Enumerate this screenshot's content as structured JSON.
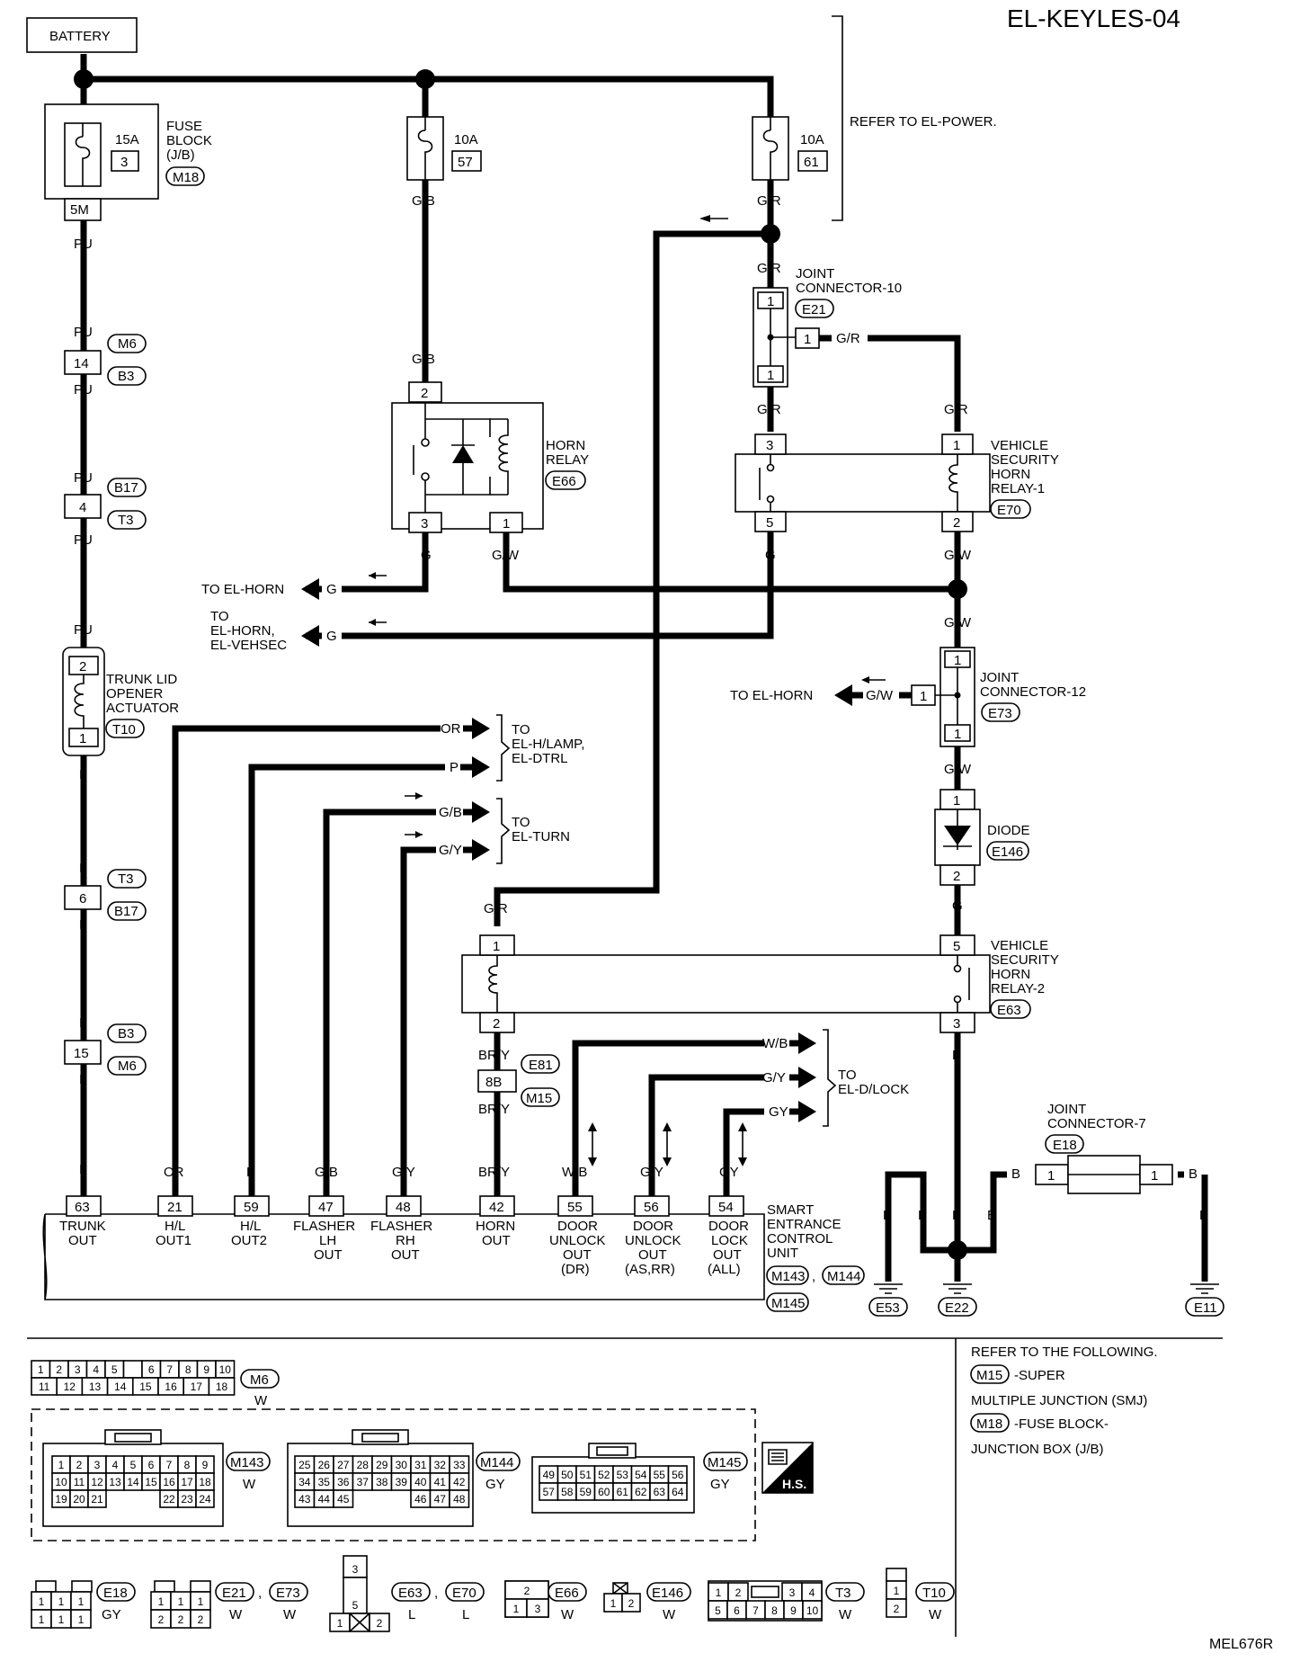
{
  "header": {
    "title": "EL-KEYLES-04",
    "footer_code": "MEL676R"
  },
  "battery": {
    "label": "BATTERY"
  },
  "power_note": "REFER TO EL-POWER.",
  "fuses": [
    {
      "amps": "15A",
      "num": "3"
    },
    {
      "amps": "10A",
      "num": "57"
    },
    {
      "amps": "10A",
      "num": "61"
    }
  ],
  "fuse_block": {
    "label_lines": [
      "FUSE",
      "BLOCK",
      "(J/B)"
    ],
    "connector": "M18",
    "terminal": "5M"
  },
  "wires": {
    "pu": "PU",
    "l": "L",
    "or": "OR",
    "p": "P",
    "gb": "G/B",
    "gy_slash": "G/Y",
    "gr": "G/R",
    "g": "G",
    "gw": "G/W",
    "bry": "BR/Y",
    "wb": "W/B",
    "gy": "GY",
    "b": "B"
  },
  "inline_connectors": [
    {
      "pin": "14",
      "top": "M6",
      "bottom": "B3"
    },
    {
      "pin": "4",
      "top": "B17",
      "bottom": "T3"
    },
    {
      "pin": "6",
      "top": "T3",
      "bottom": "B17"
    },
    {
      "pin": "15",
      "top": "B3",
      "bottom": "M6"
    },
    {
      "pin": "8B",
      "top": "E81",
      "bottom": "M15"
    }
  ],
  "components": {
    "trunk_lid": {
      "label_lines": [
        "TRUNK LID",
        "OPENER",
        "ACTUATOR"
      ],
      "connector": "T10",
      "pin_top": "2",
      "pin_bottom": "1"
    },
    "horn_relay": {
      "label_lines": [
        "HORN",
        "RELAY"
      ],
      "connector": "E66",
      "pin_top": "2",
      "pin_left": "3",
      "pin_right": "1"
    },
    "jc10": {
      "label_lines": [
        "JOINT",
        "CONNECTOR-10"
      ],
      "connector": "E21",
      "pins": [
        "1",
        "1",
        "1"
      ]
    },
    "vsh1": {
      "label_lines": [
        "VEHICLE",
        "SECURITY",
        "HORN",
        "RELAY-1"
      ],
      "connector": "E70",
      "pins": [
        "3",
        "5",
        "1",
        "2"
      ]
    },
    "jc12": {
      "label_lines": [
        "JOINT",
        "CONNECTOR-12"
      ],
      "connector": "E73",
      "pins": [
        "1",
        "1",
        "1"
      ]
    },
    "diode": {
      "label": "DIODE",
      "connector": "E146",
      "pins": [
        "1",
        "2"
      ]
    },
    "vsh2": {
      "label_lines": [
        "VEHICLE",
        "SECURITY",
        "HORN",
        "RELAY-2"
      ],
      "connector": "E63",
      "pins": [
        "1",
        "2",
        "5",
        "3"
      ]
    },
    "jc7": {
      "label_lines": [
        "JOINT",
        "CONNECTOR-7"
      ],
      "connector": "E18",
      "pins": [
        "1",
        "1"
      ]
    }
  },
  "destinations": {
    "to_el_horn": "TO EL-HORN",
    "to_el_horn_vehsec": [
      "TO",
      "EL-HORN,",
      "EL-VEHSEC"
    ],
    "to_hlamp": [
      "TO",
      "EL-H/LAMP,",
      "EL-DTRL"
    ],
    "to_turn": [
      "TO",
      "EL-TURN"
    ],
    "to_dlock": [
      "TO",
      "EL-D/LOCK"
    ]
  },
  "control_unit": {
    "label_lines": [
      "SMART",
      "ENTRANCE",
      "CONTROL",
      "UNIT"
    ],
    "connectors": [
      "M143",
      "M144",
      "M145"
    ],
    "terminals": [
      {
        "pin": "63",
        "name": [
          "TRUNK",
          "OUT"
        ]
      },
      {
        "pin": "21",
        "name": [
          "H/L",
          "OUT1"
        ]
      },
      {
        "pin": "59",
        "name": [
          "H/L",
          "OUT2"
        ]
      },
      {
        "pin": "47",
        "name": [
          "FLASHER",
          "LH",
          "OUT"
        ]
      },
      {
        "pin": "48",
        "name": [
          "FLASHER",
          "RH",
          "OUT"
        ]
      },
      {
        "pin": "42",
        "name": [
          "HORN",
          "OUT"
        ]
      },
      {
        "pin": "55",
        "name": [
          "DOOR",
          "UNLOCK",
          "OUT",
          "(DR)"
        ]
      },
      {
        "pin": "56",
        "name": [
          "DOOR",
          "UNLOCK",
          "OUT",
          "(AS,RR)"
        ]
      },
      {
        "pin": "54",
        "name": [
          "DOOR",
          "LOCK",
          "OUT",
          "(ALL)"
        ]
      }
    ]
  },
  "grounds": [
    "E53",
    "E22",
    "E11"
  ],
  "refer_note": {
    "heading": "REFER TO THE FOLLOWING.",
    "lines": [
      {
        "conn": "M15",
        "text": "-SUPER"
      },
      {
        "conn": "",
        "text": "MULTIPLE JUNCTION (SMJ)"
      },
      {
        "conn": "M18",
        "text": "-FUSE BLOCK-"
      },
      {
        "conn": "",
        "text": "JUNCTION BOX (J/B)"
      }
    ]
  },
  "connector_faces": {
    "m6": {
      "name": "M6",
      "color": "W",
      "row1": [
        "1",
        "2",
        "3",
        "4",
        "5",
        "",
        "6",
        "7",
        "8",
        "9",
        "10"
      ],
      "row2": [
        "11",
        "12",
        "13",
        "14",
        "15",
        "16",
        "17",
        "18"
      ]
    },
    "m143": {
      "name": "M143",
      "color": "W",
      "row1": [
        "1",
        "2",
        "3",
        "4",
        "5",
        "6",
        "7",
        "8",
        "9"
      ],
      "row2": [
        "10",
        "11",
        "12",
        "13",
        "14",
        "15",
        "16",
        "17",
        "18"
      ],
      "row3": [
        "19",
        "20",
        "21",
        "22",
        "23",
        "24"
      ]
    },
    "m144": {
      "name": "M144",
      "color": "GY",
      "row1": [
        "25",
        "26",
        "27",
        "28",
        "29",
        "30",
        "31",
        "32",
        "33"
      ],
      "row2": [
        "34",
        "35",
        "36",
        "37",
        "38",
        "39",
        "40",
        "41",
        "42"
      ],
      "row3": [
        "43",
        "44",
        "45",
        "46",
        "47",
        "48"
      ]
    },
    "m145": {
      "name": "M145",
      "color": "GY",
      "row1": [
        "49",
        "50",
        "51",
        "52",
        "53",
        "54",
        "55",
        "56"
      ],
      "row2": [
        "57",
        "58",
        "59",
        "60",
        "61",
        "62",
        "63",
        "64"
      ]
    },
    "hs": "H.S.",
    "small": [
      {
        "name": "E18",
        "color": "GY"
      },
      {
        "name": "E21",
        "color": "W"
      },
      {
        "name": "E73",
        "color": "W"
      },
      {
        "name": "E63",
        "color": "L"
      },
      {
        "name": "E70",
        "color": "L"
      },
      {
        "name": "E66",
        "color": "W"
      },
      {
        "name": "E146",
        "color": "W"
      },
      {
        "name": "T3",
        "color": "W"
      },
      {
        "name": "T10",
        "color": "W"
      }
    ],
    "small_pins": {
      "e18": [
        "1",
        "1",
        "1",
        "1",
        "1",
        "1"
      ],
      "e21": [
        "1",
        "1",
        "1",
        "2",
        "2",
        "2"
      ],
      "e63": [
        "3",
        "5",
        "1",
        "2"
      ],
      "e66": [
        "2",
        "1",
        "3"
      ],
      "e146": [
        "1",
        "2"
      ],
      "t3": [
        "1",
        "2",
        "3",
        "4",
        "5",
        "6",
        "7",
        "8",
        "9",
        "10"
      ],
      "t10": [
        "1",
        "2"
      ]
    }
  }
}
